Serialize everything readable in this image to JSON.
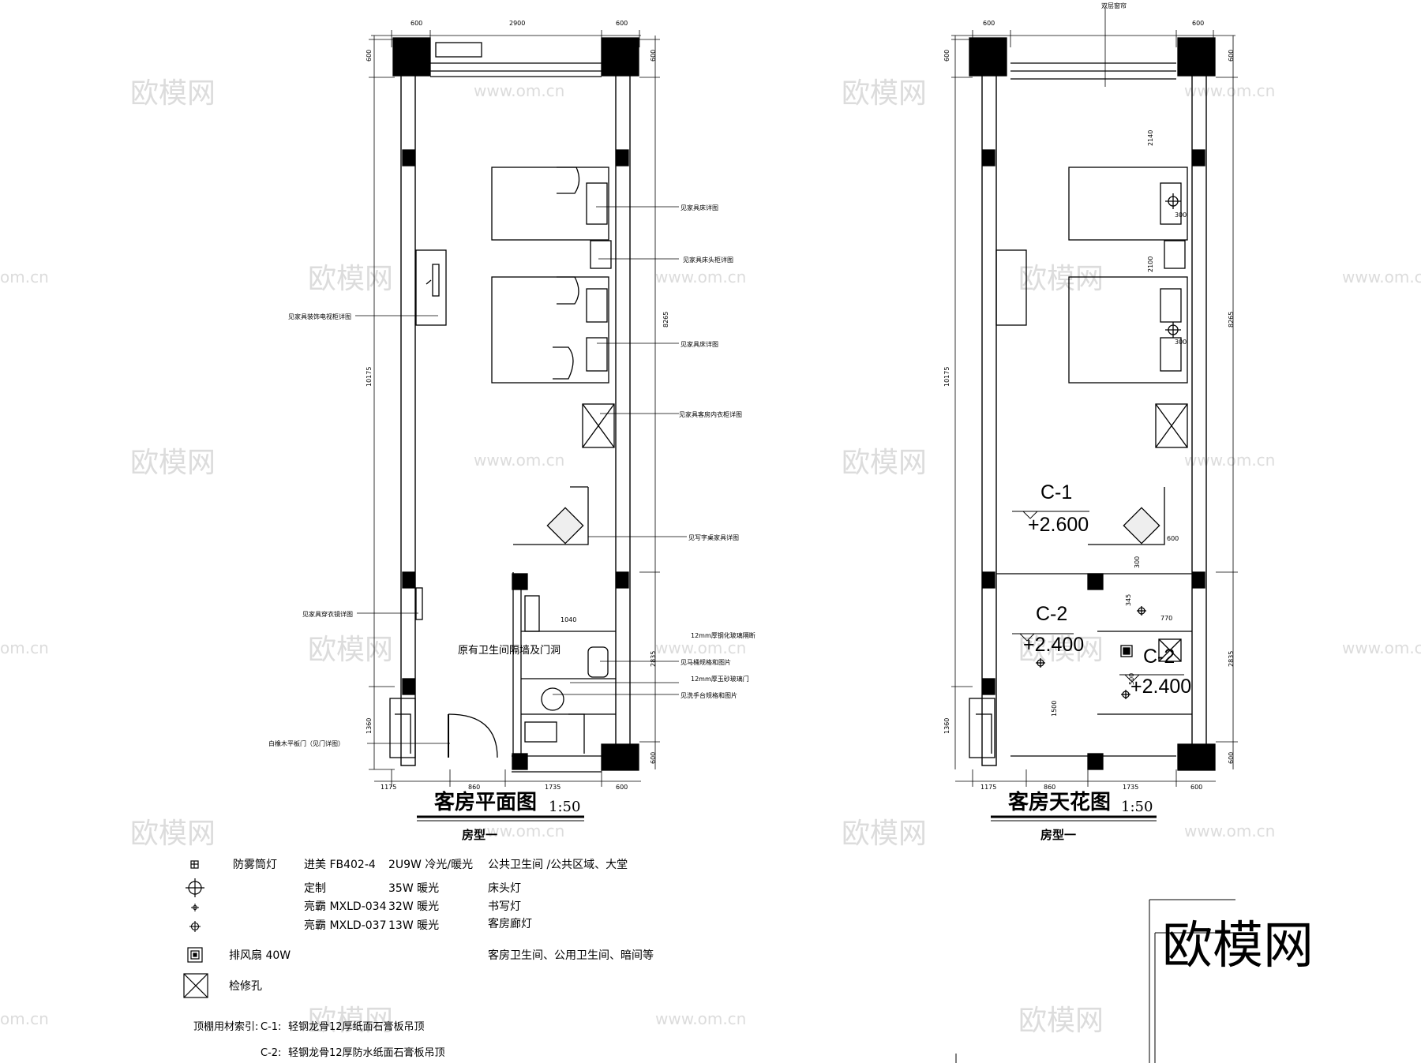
{
  "plan": {
    "title": "客房平面图",
    "scale": "1:50",
    "subtitle": "房型一",
    "dims_top": [
      "600",
      "2900",
      "600"
    ],
    "dims_bottom": [
      "1175",
      "860",
      "1735",
      "600"
    ],
    "dims_left": [
      "600",
      "10175",
      "1360"
    ],
    "dims_right": [
      "600",
      "8265",
      "2835",
      "600"
    ],
    "dims_inner": [
      "1040"
    ],
    "notes": {
      "bed1": "见家具床详图",
      "nightstand": "见家具床头柜详图",
      "tv_cabinet": "见家具装饰电视柜详图",
      "bed2": "见家具床详图",
      "wardrobe": "见家具客房内衣柜详图",
      "desk": "见写字桌家具详图",
      "mirror": "见家具穿衣镜详图",
      "bath_wall": "原有卫生间隔墙及门洞",
      "glass": "12mm厚钢化玻璃隔断",
      "toilet": "见马桶规格和图片",
      "sand_door": "12mm厚玉砂玻璃门",
      "basin": "见洗手台规格和图片",
      "entry_door": "白橡木平板门（见门详图）"
    }
  },
  "ceiling": {
    "title": "客房天花图",
    "scale": "1:50",
    "subtitle": "房型一",
    "curtain_note": "双层窗帘",
    "dims_top": [
      "600",
      "600"
    ],
    "dims_bottom": [
      "1175",
      "860",
      "1735",
      "600"
    ],
    "dims_left": [
      "600",
      "10175",
      "1360"
    ],
    "dims_right": [
      "600",
      "8265",
      "2835",
      "600"
    ],
    "dims_inner": [
      "2140",
      "300",
      "2100",
      "300",
      "600",
      "300",
      "345",
      "770",
      "1500",
      "500"
    ],
    "zones": [
      {
        "code": "C-1",
        "level": "+2.600"
      },
      {
        "code": "C-2",
        "level": "+2.400"
      },
      {
        "code": "C-2",
        "level": "+2.400"
      }
    ]
  },
  "legend": {
    "rows": [
      {
        "icon": "fog-downlight-icon",
        "name": "防雾筒灯",
        "model": "进美 FB402-4",
        "spec": "2U9W 冷光/暖光",
        "usage": "公共卫生间 /公共区域、大堂"
      },
      {
        "icon": "bedside-lamp-icon",
        "name": "",
        "model": "定制",
        "spec": "35W  暖光",
        "usage": "床头灯"
      },
      {
        "icon": "desk-lamp-icon",
        "name": "",
        "model": "亮霸 MXLD-034",
        "spec": "32W  暖光",
        "usage": "书写灯"
      },
      {
        "icon": "corridor-lamp-icon",
        "name": "",
        "model": "亮霸 MXLD-037",
        "spec": "13W  暖光",
        "usage": "客房廊灯"
      },
      {
        "icon": "exhaust-fan-icon",
        "name": "排风扇  40W",
        "model": "",
        "spec": "",
        "usage": "客房卫生间、公用卫生间、暗间等"
      },
      {
        "icon": "access-hatch-icon",
        "name": "检修孔",
        "model": "",
        "spec": "",
        "usage": ""
      }
    ],
    "material_prefix": "顶棚用材索引:",
    "materials": [
      {
        "code": "C-1:",
        "text": "轻钢龙骨12厚纸面石膏板吊顶"
      },
      {
        "code": "C-2:",
        "text": "轻钢龙骨12厚防水纸面石膏板吊顶"
      }
    ]
  },
  "watermark": {
    "logo": "欧模网",
    "url": "www.om.cn",
    "short": "om.cn",
    "brand": "欧模网"
  }
}
